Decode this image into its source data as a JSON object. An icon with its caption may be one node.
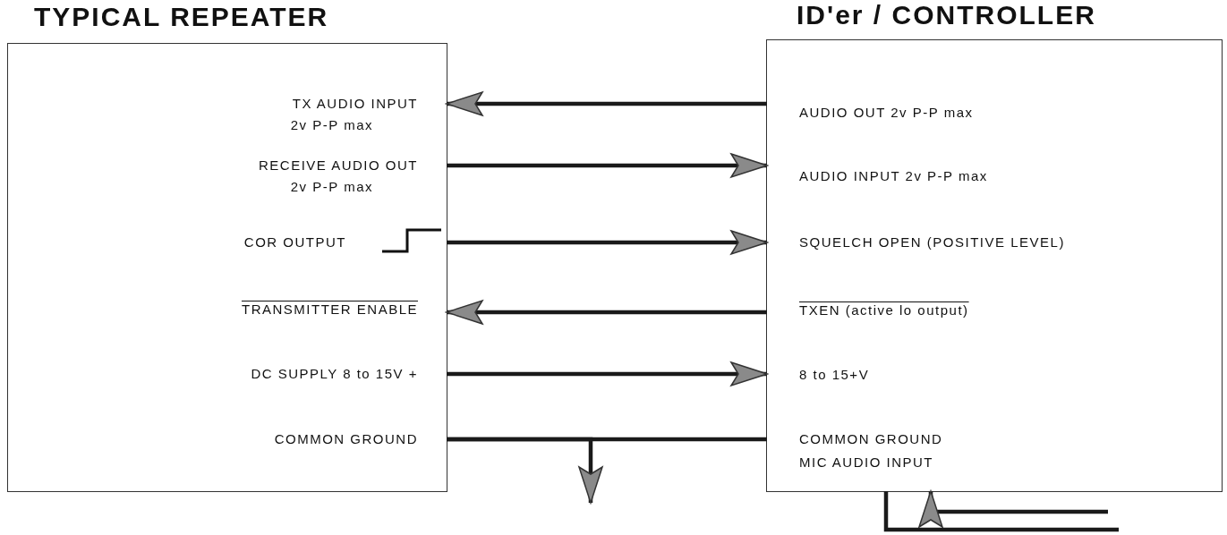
{
  "diagram": {
    "nodes": [
      {
        "text": [
          "TYPICAL REPEATER"
        ]
      },
      {
        "text": [
          "TX AUDIO INPUT",
          "2v P-P max"
        ],
        "in": 0
      },
      {
        "text": [
          "RECEIVE AUDIO OUT",
          "2v P-P max"
        ],
        "in": 0
      },
      {
        "text": [
          "COR OUTPUT"
        ],
        "in": 0
      },
      {
        "text": [
          "TRANSMITTER ENABLE"
        ],
        "in": 0
      },
      {
        "text": [
          "DC SUPPLY 8 to 15V +"
        ],
        "in": 0
      },
      {
        "text": [
          "COMMON GROUND"
        ],
        "in": 0
      },
      {
        "text": [
          "ID'er / CONTROLLER"
        ]
      },
      {
        "text": [
          "AUDIO OUT 2v P-P max"
        ],
        "in": 7
      },
      {
        "text": [
          "AUDIO INPUT 2v P-P max"
        ],
        "in": 7
      },
      {
        "text": [
          "SQUELCH OPEN (POSITIVE LEVEL)"
        ],
        "in": 7
      },
      {
        "text": [
          "TXEN (active lo output)"
        ],
        "in": 7
      },
      {
        "text": [
          "8 to 15+V"
        ],
        "in": 7
      },
      {
        "text": [
          "COMMON GROUND"
        ],
        "in": 7
      },
      {
        "text": [
          "MIC AUDIO INPUT"
        ],
        "in": 7
      }
    ],
    "edges": [
      {
        "from": 8,
        "to": 1,
        "arrow": "to"
      },
      {
        "from": 2,
        "to": 9,
        "arrow": "to"
      },
      {
        "from": 3,
        "to": 10,
        "arrow": "to"
      },
      {
        "from": 11,
        "to": 4,
        "arrow": "to"
      },
      {
        "from": 5,
        "to": 12,
        "arrow": "to"
      },
      {
        "from": 6,
        "to": 13,
        "arrow": "none"
      },
      {
        "from": 6,
        "to": null,
        "arrow": "to"
      },
      {
        "from": null,
        "to": 14,
        "arrow": "to"
      },
      {
        "from": 14,
        "to": null,
        "arrow": "none"
      }
    ]
  }
}
